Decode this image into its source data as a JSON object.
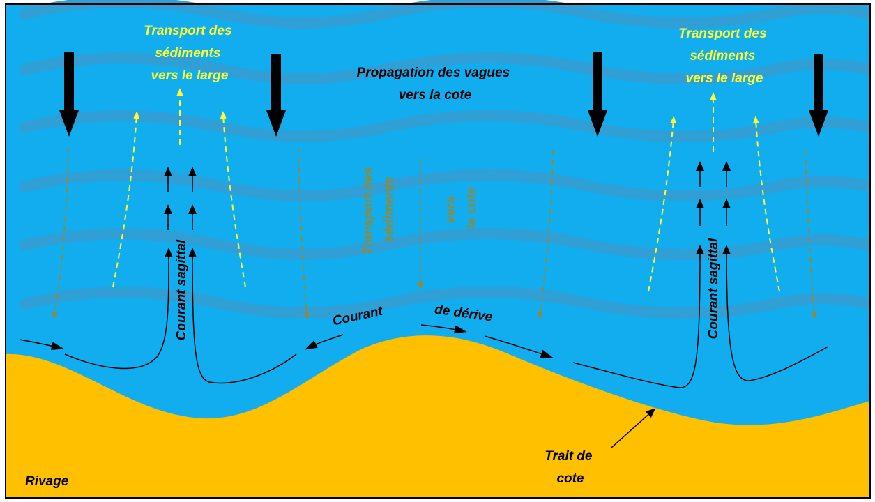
{
  "colors": {
    "sea": "#12adee",
    "wave_band": "#2f9fd6",
    "sand": "#ffc000",
    "yellow": "#ffff33",
    "olive": "#8f8a3a",
    "black": "#000000"
  },
  "labels": {
    "offshore_left": [
      "Transport des",
      "sédiments",
      "vers le large"
    ],
    "offshore_right": [
      "Transport des",
      "sédiments",
      "vers le large"
    ],
    "propagation": [
      "Propagation des vagues",
      "vers la cote"
    ],
    "onshore_a": [
      "Transport des",
      "sédiments"
    ],
    "onshore_b": [
      "vers",
      "la cote"
    ],
    "rip_left": "Courant sagittal",
    "rip_right": "Courant sagittal",
    "drift_a": "Courant",
    "drift_b": "de dérive",
    "coastline": [
      "Trait de",
      "cote"
    ],
    "shore": "Rivage"
  }
}
